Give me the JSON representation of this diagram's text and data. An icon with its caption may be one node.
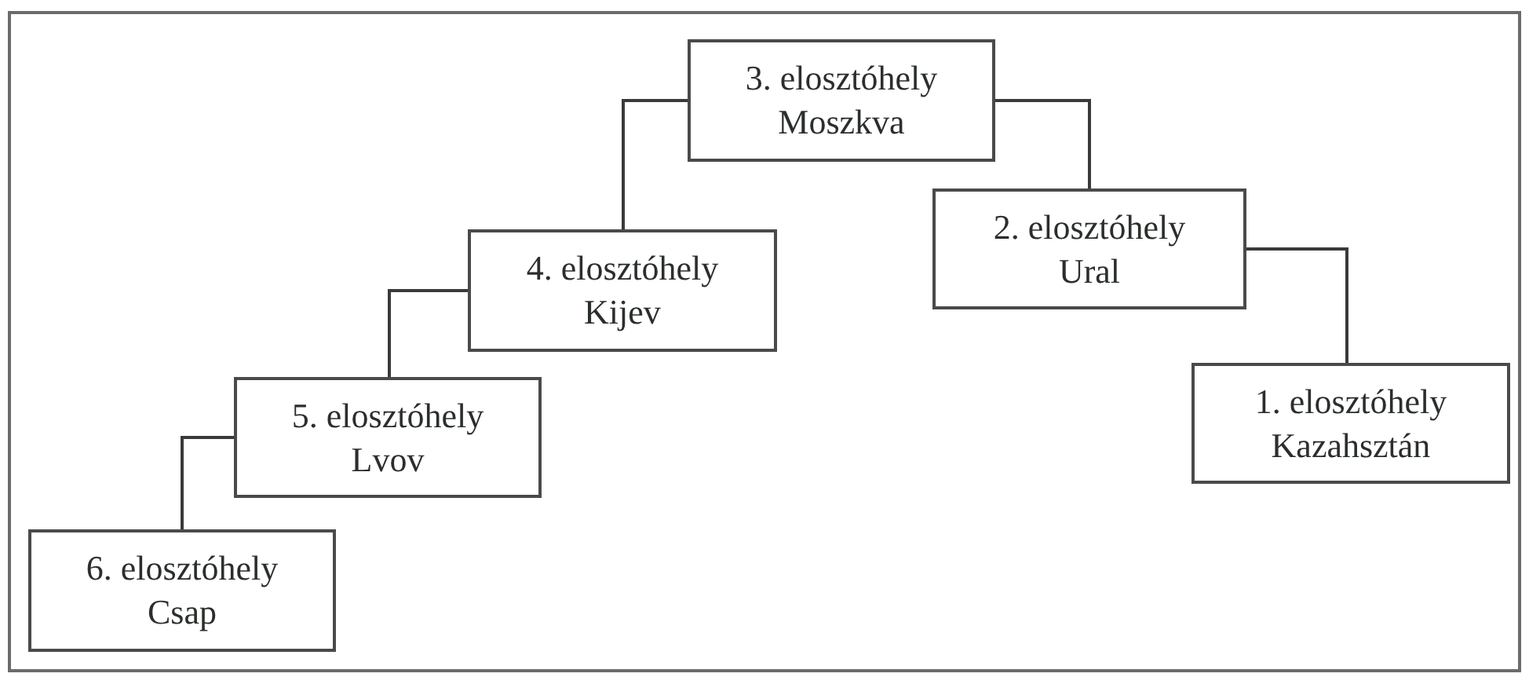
{
  "diagram": {
    "nodes": [
      {
        "text": [
          "3. elosztóhely",
          "Moszkva"
        ]
      },
      {
        "text": [
          "2. elosztóhely",
          "Ural"
        ]
      },
      {
        "text": [
          "4. elosztóhely",
          "Kijev"
        ]
      },
      {
        "text": [
          "1. elosztóhely",
          "Kazahsztán"
        ]
      },
      {
        "text": [
          "5. elosztóhely",
          "Lvov"
        ]
      },
      {
        "text": [
          "6. elosztóhely",
          "Csap"
        ]
      }
    ],
    "edges": [
      {
        "from": 0,
        "to": 1,
        "arrow": "none"
      },
      {
        "from": 1,
        "to": 3,
        "arrow": "none"
      },
      {
        "from": 0,
        "to": 2,
        "arrow": "none"
      },
      {
        "from": 2,
        "to": 4,
        "arrow": "none"
      },
      {
        "from": 4,
        "to": 5,
        "arrow": "none"
      }
    ]
  }
}
